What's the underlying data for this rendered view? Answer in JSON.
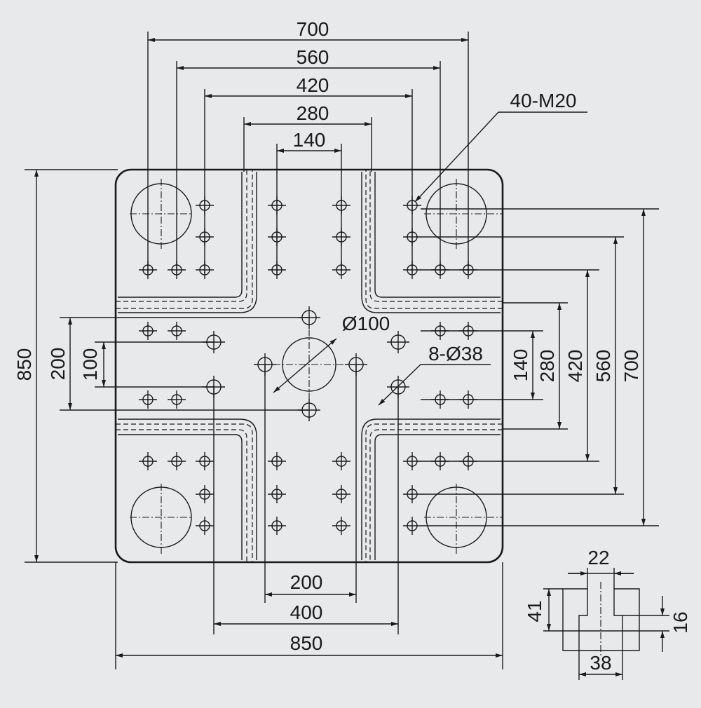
{
  "colors": {
    "background": "#e8e9ea",
    "line": "#1a1a1a"
  },
  "labels": {
    "top_700": "700",
    "top_560": "560",
    "top_420": "420",
    "top_280": "280",
    "top_140": "140",
    "tapped_holes": "40-M20",
    "left_850": "850",
    "left_200": "200",
    "left_100": "100",
    "center_hole": "Ø100",
    "small_holes": "8-Ø38",
    "right_140": "140",
    "right_280": "280",
    "right_420": "420",
    "right_560": "560",
    "right_700": "700",
    "bottom_200": "200",
    "bottom_400": "400",
    "bottom_850": "850",
    "slot_22": "22",
    "slot_41": "41",
    "slot_16": "16",
    "slot_38": "38"
  }
}
